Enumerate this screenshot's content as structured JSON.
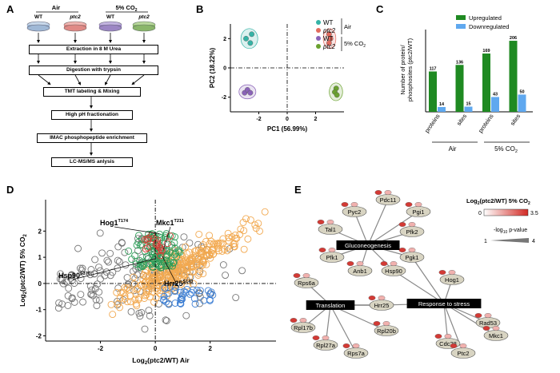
{
  "panel_labels": [
    "A",
    "B",
    "C",
    "D",
    "E"
  ],
  "panelA": {
    "conditions": [
      "Air",
      "5% CO",
      "2"
    ],
    "tubes": [
      {
        "label": "WT",
        "color": "#9fb8d6"
      },
      {
        "label": "ptc2",
        "color": "#e08a86"
      },
      {
        "label": "WT",
        "color": "#9c86c4"
      },
      {
        "label": "ptc2",
        "color": "#8ab66a"
      }
    ],
    "steps": [
      "Extraction in 8 M  Urea",
      "Digestion with trypsin",
      "TMT labeling & Mixing",
      "High pH fractionation",
      "IMAC phosphopeptide enrichment",
      "LC-MS/MS anlysis"
    ]
  },
  "chart_data": [
    {
      "panel": "B",
      "type": "scatter",
      "xlabel": "PC1 (56.99%)",
      "ylabel": "PC2 (18.22%)",
      "xticks": [
        "-2",
        "0",
        "2"
      ],
      "yticks": [
        "2",
        "0",
        "-2"
      ],
      "xlim": [
        -4,
        4
      ],
      "ylim": [
        -3,
        3
      ],
      "legend": [
        {
          "label": "WT",
          "color": "#35b3a6"
        },
        {
          "label": "ptc2",
          "color": "#e26b5e"
        },
        {
          "label": "WT",
          "color": "#8a62b8"
        },
        {
          "label": "ptc2",
          "color": "#6aa12f"
        }
      ],
      "legend_groups": [
        "Air",
        "5% CO",
        "2"
      ],
      "series": [
        {
          "color": "#35b3a6",
          "points": [
            [
              -2.9,
              2.0
            ],
            [
              -2.5,
              2.3
            ],
            [
              -2.6,
              1.7
            ]
          ]
        },
        {
          "color": "#e26b5e",
          "points": [
            [
              2.95,
              2.3
            ],
            [
              3.05,
              2.0
            ],
            [
              2.95,
              1.7
            ]
          ]
        },
        {
          "color": "#8a62b8",
          "points": [
            [
              -3.0,
              -1.7
            ],
            [
              -2.8,
              -1.5
            ],
            [
              -2.6,
              -1.7
            ]
          ]
        },
        {
          "color": "#6aa12f",
          "points": [
            [
              3.45,
              -1.4
            ],
            [
              3.35,
              -1.65
            ],
            [
              3.5,
              -1.85
            ]
          ]
        }
      ]
    },
    {
      "panel": "C",
      "type": "bar",
      "ylabel_lines": [
        "Number of protein/",
        "phosphosites (ptc2/WT)"
      ],
      "categories": [
        "proteins",
        "sites",
        "proteins",
        "sites"
      ],
      "groups": [
        "Air",
        "5% CO",
        "2"
      ],
      "ylim": [
        0,
        220
      ],
      "series": [
        {
          "name": "Upregulated",
          "color": "#1f8a22",
          "values": [
            117,
            136,
            169,
            206
          ]
        },
        {
          "name": "Downregulated",
          "color": "#5fa8ef",
          "values": [
            14,
            15,
            43,
            50
          ]
        }
      ]
    },
    {
      "panel": "D",
      "type": "scatter",
      "xlabel": "Log",
      "xlabel_sub": "2",
      "xlabel_rest": "(ptc2/WT) Air",
      "ylabel": "Log",
      "ylabel_sub": "2",
      "ylabel_rest": "(ptc2/WT) 5% CO",
      "ylabel_sub2": "2",
      "xticks": [
        "-2",
        "0",
        "2"
      ],
      "yticks": [
        "2",
        "1",
        "0",
        "-1",
        "-2"
      ],
      "xlim": [
        -4,
        4.4
      ],
      "ylim": [
        -2.2,
        3.2
      ],
      "annotations": [
        {
          "text": "Hog1",
          "sup": "T174"
        },
        {
          "text": "Mkc1",
          "sup": "T211"
        },
        {
          "text": "Hsp90",
          "sup": "S376"
        },
        {
          "text": "Hrr25",
          "sup": "S143"
        }
      ]
    }
  ],
  "panelE": {
    "legend_title": "Log",
    "legend_sub": "2",
    "legend_rest": "(ptc2/WT) 5% CO",
    "legend_sub2": "2",
    "scale_min": "0",
    "scale_max": "3.5",
    "pvalue_label": "-log",
    "pvalue_sub": "10",
    "pvalue_rest": " p-value",
    "pvalue_min": "1",
    "pvalue_max": "4",
    "hubs": [
      "Gluconeogenesis",
      "Translation",
      "Response to stress"
    ],
    "proteins": [
      "Pdc11",
      "Pyc2",
      "Pgi1",
      "Tal1",
      "Pfk2",
      "Pfk1",
      "Pgk1",
      "Anb1",
      "Hsp90",
      "Hog1",
      "Rps6a",
      "Hrr25",
      "Rpl17b",
      "Rpl20b",
      "Rad53",
      "Rpl27a",
      "Rps7a",
      "Cdc28",
      "Ptc2",
      "Mkc1"
    ]
  }
}
